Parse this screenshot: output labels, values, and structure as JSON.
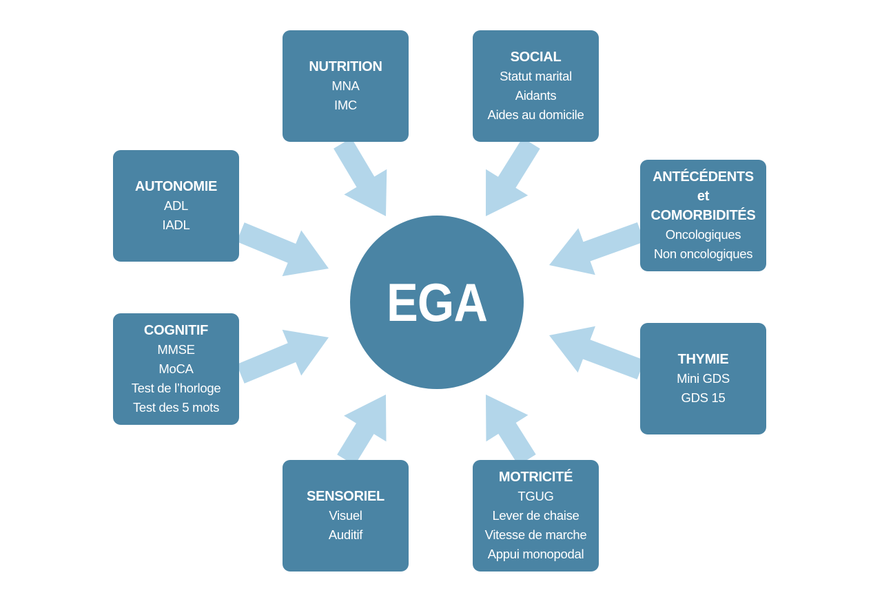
{
  "center": {
    "label": "EGA"
  },
  "colors": {
    "box": "#4a84a4",
    "arrow": "#b3d6ea",
    "text": "#ffffff"
  },
  "boxes": {
    "nutrition": {
      "title": "NUTRITION",
      "items": [
        "MNA",
        "IMC"
      ]
    },
    "social": {
      "title": "SOCIAL",
      "items": [
        "Statut marital",
        "Aidants",
        "Aides au domicile"
      ]
    },
    "autonomie": {
      "title": "AUTONOMIE",
      "items": [
        "ADL",
        "IADL"
      ]
    },
    "antecedents": {
      "title_lines": [
        "ANTÉCÉDENTS",
        "et",
        "COMORBIDITÉS"
      ],
      "items": [
        "Oncologiques",
        "Non oncologiques"
      ]
    },
    "cognitif": {
      "title": "COGNITIF",
      "items": [
        "MMSE",
        "MoCA",
        "Test de l’horloge",
        "Test des 5 mots"
      ]
    },
    "thymie": {
      "title": "THYMIE",
      "items": [
        "Mini GDS",
        "GDS 15"
      ]
    },
    "sensoriel": {
      "title": "SENSORIEL",
      "items": [
        "Visuel",
        "Auditif"
      ]
    },
    "motricite": {
      "title": "MOTRICITÉ",
      "items": [
        "TGUG",
        "Lever de chaise",
        "Vitesse de marche",
        "Appui monopodal"
      ]
    }
  }
}
